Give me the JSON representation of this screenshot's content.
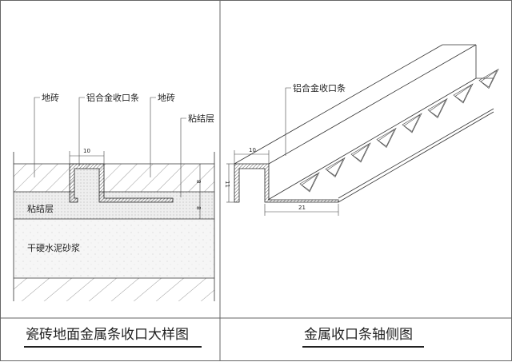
{
  "left_panel": {
    "title": "瓷砖地面金属条收口大样图",
    "labels": {
      "tile_left": "地砖",
      "strip": "铝合金收口条",
      "tile_right": "地砖",
      "adhesive_callout": "粘结层",
      "adhesive_layer": "粘结层",
      "mortar_layer": "干硬水泥砂浆"
    },
    "dimensions": {
      "strip_width": "10",
      "tile_thickness": "8",
      "adhesive_thickness": "8"
    }
  },
  "right_panel": {
    "title": "金属收口条轴侧图",
    "labels": {
      "strip": "铝合金收口条"
    },
    "dimensions": {
      "width": "10",
      "height": "11",
      "flange": "21"
    }
  }
}
